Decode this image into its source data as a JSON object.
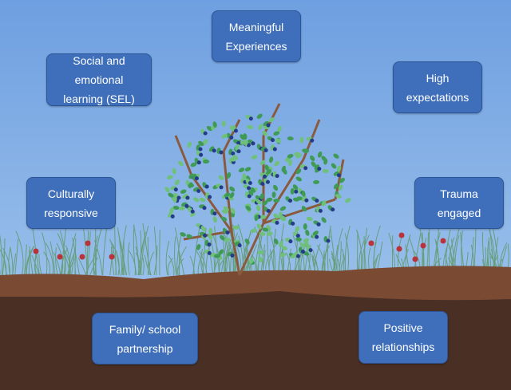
{
  "boxes": {
    "meaningful": "Meaningful\nExperiences",
    "sel": "Social and\nemotional\nlearning (SEL)",
    "high": "High\nexpectations",
    "cultural": "Culturally\nresponsive",
    "trauma": "Trauma\nengaged",
    "family": "Family/ school\npartnership",
    "positive": "Positive\nrelationships"
  },
  "colors": {
    "box": "#3f6fba",
    "sky_top": "#6e9fe0",
    "sky_bottom": "#a3c6ee",
    "topsoil": "#7a4a33",
    "subsoil": "#4a2f24"
  }
}
